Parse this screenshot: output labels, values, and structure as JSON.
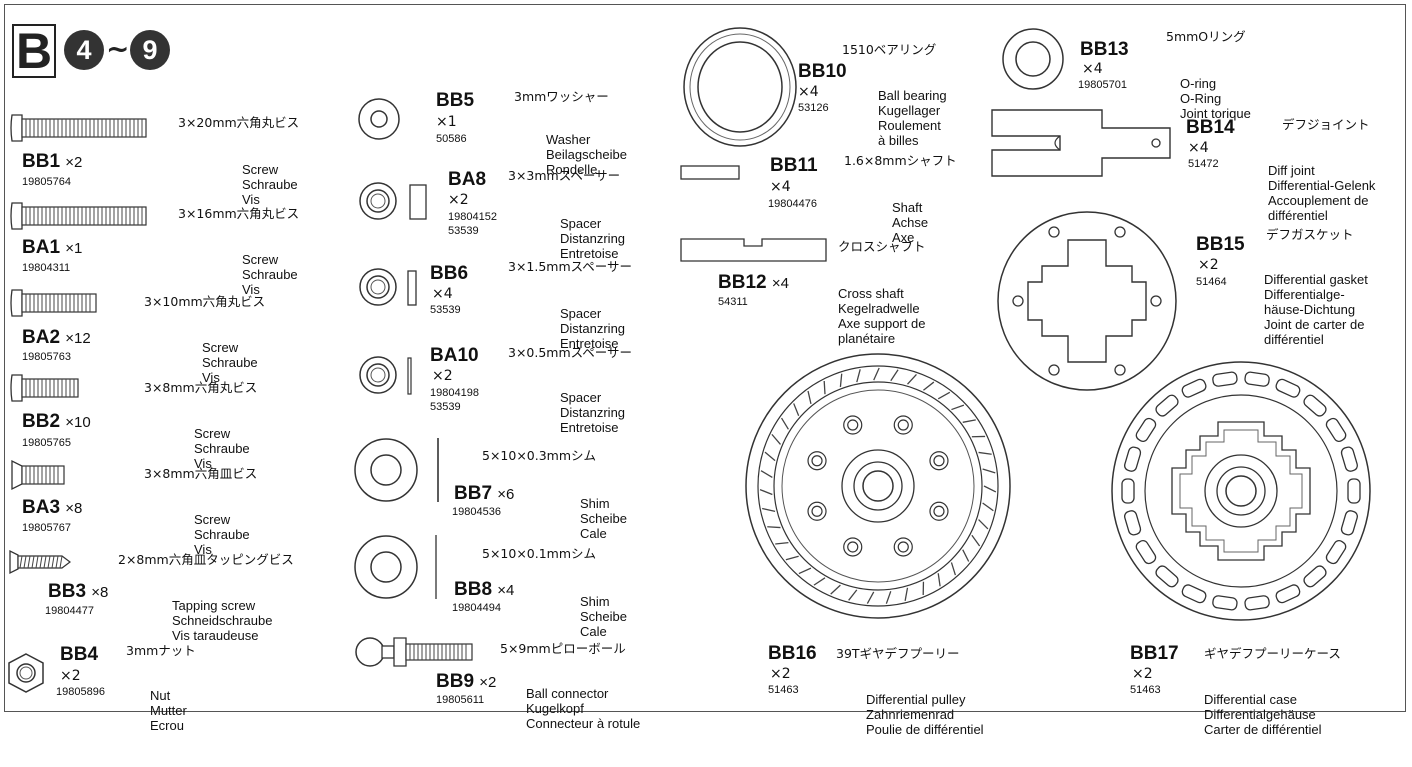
{
  "header": {
    "letter": "B",
    "step_from": "4",
    "sep": "~",
    "step_to": "9"
  },
  "parts": {
    "BB1": {
      "code": "BB1",
      "qty": "×2",
      "num": "19805764",
      "spec": "3×20mm六角丸ビス",
      "names": [
        "Screw",
        "Schraube",
        "Vis"
      ]
    },
    "BA1": {
      "code": "BA1",
      "qty": "×1",
      "num": "19804311",
      "spec": "3×16mm六角丸ビス",
      "names": [
        "Screw",
        "Schraube",
        "Vis"
      ]
    },
    "BA2": {
      "code": "BA2",
      "qty": "×12",
      "num": "19805763",
      "spec": "3×10mm六角丸ビス",
      "names": [
        "Screw",
        "Schraube",
        "Vis"
      ]
    },
    "BB2": {
      "code": "BB2",
      "qty": "×10",
      "num": "19805765",
      "spec": "3×8mm六角丸ビス",
      "names": [
        "Screw",
        "Schraube",
        "Vis"
      ]
    },
    "BA3": {
      "code": "BA3",
      "qty": "×8",
      "num": "19805767",
      "spec": "3×8mm六角皿ビス",
      "names": [
        "Screw",
        "Schraube",
        "Vis"
      ]
    },
    "BB3": {
      "code": "BB3",
      "qty": "×8",
      "num": "19804477",
      "spec": "2×8mm六角皿タッピングビス",
      "names": [
        "Tapping screw",
        "Schneidschraube",
        "Vis taraudeuse"
      ]
    },
    "BB4": {
      "code": "BB4",
      "qty": "×2",
      "num": "19805896",
      "spec": "3mmナット",
      "names": [
        "Nut",
        "Mutter",
        "Ecrou"
      ]
    },
    "BB5": {
      "code": "BB5",
      "qty": "×1",
      "num": "50586",
      "spec": "3mmワッシャー",
      "names": [
        "Washer",
        "Beilagscheibe",
        "Rondelle"
      ]
    },
    "BA8": {
      "code": "BA8",
      "qty": "×2",
      "num": "19804152",
      "num2": "53539",
      "spec": "3×3mmスペーサー",
      "names": [
        "Spacer",
        "Distanzring",
        "Entretoise"
      ]
    },
    "BB6": {
      "code": "BB6",
      "qty": "×4",
      "num": "53539",
      "spec": "3×1.5mmスペーサー",
      "names": [
        "Spacer",
        "Distanzring",
        "Entretoise"
      ]
    },
    "BA10": {
      "code": "BA10",
      "qty": "×2",
      "num": "19804198",
      "num2": "53539",
      "spec": "3×0.5mmスペーサー",
      "names": [
        "Spacer",
        "Distanzring",
        "Entretoise"
      ]
    },
    "BB7": {
      "code": "BB7",
      "qty": "×6",
      "num": "19804536",
      "spec": "5×10×0.3mmシム",
      "names": [
        "Shim",
        "Scheibe",
        "Cale"
      ]
    },
    "BB8": {
      "code": "BB8",
      "qty": "×4",
      "num": "19804494",
      "spec": "5×10×0.1mmシム",
      "names": [
        "Shim",
        "Scheibe",
        "Cale"
      ]
    },
    "BB9": {
      "code": "BB9",
      "qty": "×2",
      "num": "19805611",
      "spec": "5×9mmピローボール",
      "names": [
        "Ball connector",
        "Kugelkopf",
        "Connecteur à rotule"
      ]
    },
    "BB10": {
      "code": "BB10",
      "qty": "×4",
      "num": "53126",
      "spec": "1510ベアリング",
      "names": [
        "Ball bearing",
        "Kugellager",
        "Roulement",
        "à billes"
      ]
    },
    "BB11": {
      "code": "BB11",
      "qty": "×4",
      "num": "19804476",
      "spec": "1.6×8mmシャフト",
      "names": [
        "Shaft",
        "Achse",
        "Axe"
      ]
    },
    "BB12": {
      "code": "BB12",
      "qty": "×4",
      "num": "54311",
      "spec": "クロスシャフト",
      "names": [
        "Cross shaft",
        "Kegelradwelle",
        "Axe support de",
        "planétaire"
      ]
    },
    "BB13": {
      "code": "BB13",
      "qty": "×4",
      "num": "19805701",
      "spec": "5mmOリング",
      "names": [
        "O-ring",
        "O-Ring",
        "Joint torique"
      ]
    },
    "BB14": {
      "code": "BB14",
      "qty": "×4",
      "num": "51472",
      "spec": "デフジョイント",
      "names": [
        "Diff joint",
        "Differential-Gelenk",
        "Accouplement de",
        "différentiel"
      ]
    },
    "BB15": {
      "code": "BB15",
      "qty": "×2",
      "num": "51464",
      "spec": "デフガスケット",
      "names": [
        "Differential gasket",
        "Differentialge-",
        "häuse-Dichtung",
        "Joint de carter de",
        "différentiel"
      ]
    },
    "BB16": {
      "code": "BB16",
      "qty": "×2",
      "num": "51463",
      "spec": "39Tギヤデフプーリー",
      "names": [
        "Differential pulley",
        "Zahnriemenrad",
        "Poulie de différentiel"
      ]
    },
    "BB17": {
      "code": "BB17",
      "qty": "×2",
      "num": "51463",
      "spec": "ギヤデフプーリーケース",
      "names": [
        "Differential case",
        "Differentialgehäuse",
        "Carter de différentiel"
      ]
    }
  }
}
